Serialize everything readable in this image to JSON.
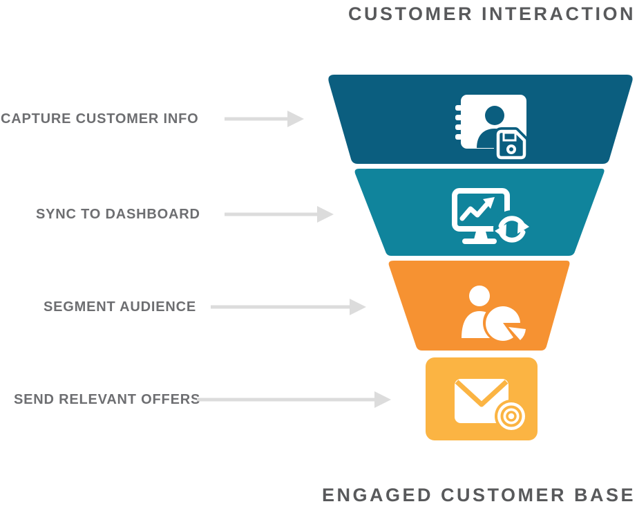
{
  "title": "CUSTOMER INTERACTION",
  "footer": "ENGAGED CUSTOMER BASE",
  "colors": {
    "heading_text": "#58595B",
    "label_text": "#6D6E71",
    "arrow": "#DCDCDC",
    "icon": "#FFFFFF",
    "background": "#FFFFFF"
  },
  "funnel": {
    "segments": [
      {
        "name": "capture-customer-info",
        "color": "#0B5E7F",
        "icon": "contact-book-save-icon"
      },
      {
        "name": "sync-to-dashboard",
        "color": "#10849C",
        "icon": "dashboard-sync-icon"
      },
      {
        "name": "segment-audience",
        "color": "#F69232",
        "icon": "audience-pie-icon"
      },
      {
        "name": "send-relevant-offers",
        "color": "#FBB443",
        "icon": "mail-target-icon"
      }
    ]
  },
  "steps": [
    {
      "label": "CAPTURE CUSTOMER INFO"
    },
    {
      "label": "SYNC TO DASHBOARD"
    },
    {
      "label": "SEGMENT AUDIENCE"
    },
    {
      "label": "SEND RELEVANT OFFERS"
    }
  ]
}
